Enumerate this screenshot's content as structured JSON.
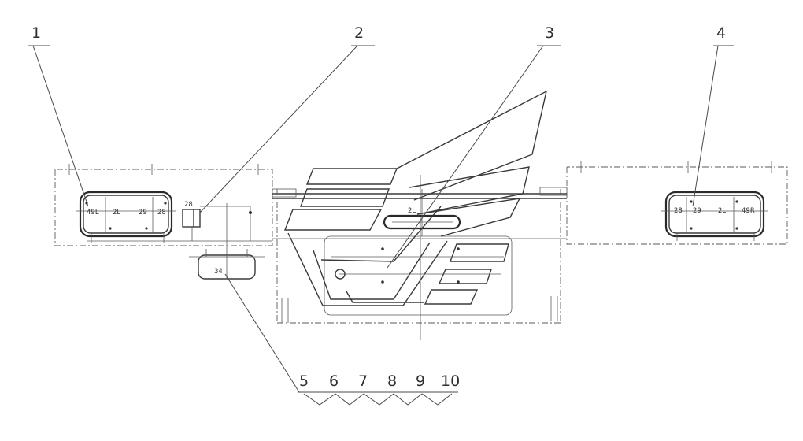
{
  "callouts": {
    "c1": "1",
    "c2": "2",
    "c3": "3",
    "c4": "4",
    "c5": "5",
    "c6": "6",
    "c7": "7",
    "c8": "8",
    "c9": "9",
    "c10": "10"
  },
  "left_lamp": {
    "l1": "49L",
    "l2": "2L",
    "l3": "29",
    "l4": "28"
  },
  "small_lamp": {
    "label": "28"
  },
  "lower_lamp": {
    "label": "34"
  },
  "center_lamp": {
    "label": "2L"
  },
  "right_lamp": {
    "l1": "28",
    "l2": "29",
    "l3": "2L",
    "l4": "49R"
  }
}
